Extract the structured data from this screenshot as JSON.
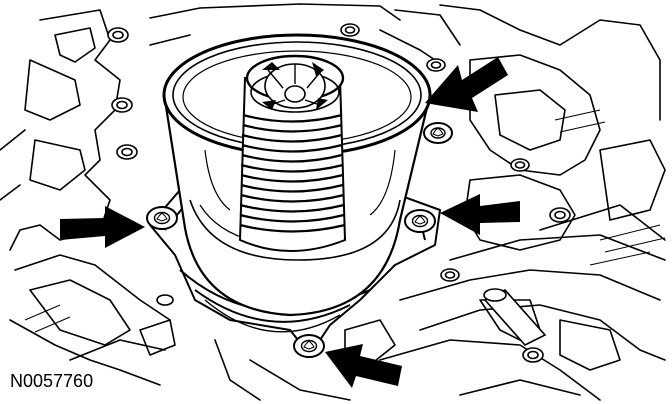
{
  "figure": {
    "id_label": "N0057760",
    "line_color": "#000000",
    "fill_color": "#ffffff",
    "subject": "filter-housing-over-engine-block",
    "arrow_count": 4,
    "bolt_count": 4
  }
}
